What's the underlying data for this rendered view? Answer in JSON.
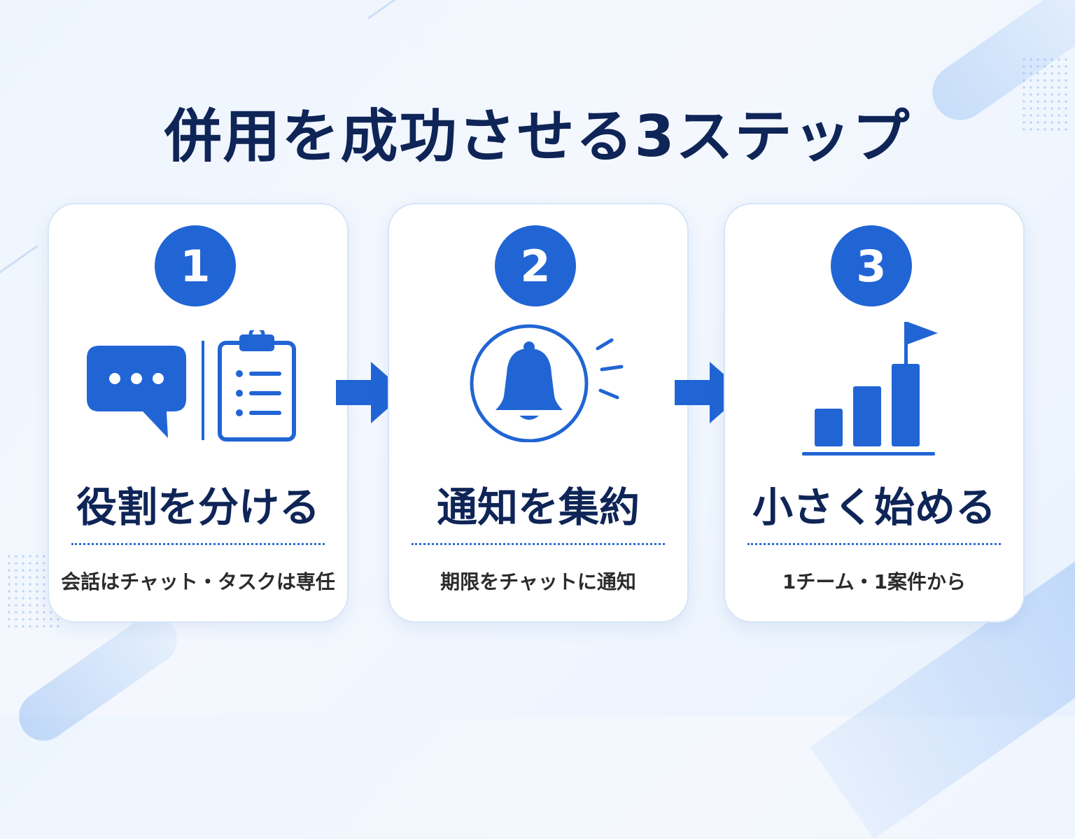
{
  "title": "併用を成功させる3ステップ",
  "colors": {
    "accent": "#2165d4",
    "title": "#0f2557",
    "background": "#eef5fd",
    "card": "#ffffff"
  },
  "steps": [
    {
      "number": "1",
      "title": "役割を分ける",
      "description": "会話はチャット・タスクは専任",
      "icons": [
        "chat-bubble-icon",
        "clipboard-checklist-icon"
      ]
    },
    {
      "number": "2",
      "title": "通知を集約",
      "description": "期限をチャットに通知",
      "icons": [
        "bell-icon"
      ]
    },
    {
      "number": "3",
      "title": "小さく始める",
      "description": "1チーム・1案件から",
      "icons": [
        "bar-chart-flag-icon"
      ]
    }
  ],
  "arrows": [
    "arrow-right-icon",
    "arrow-right-icon"
  ]
}
